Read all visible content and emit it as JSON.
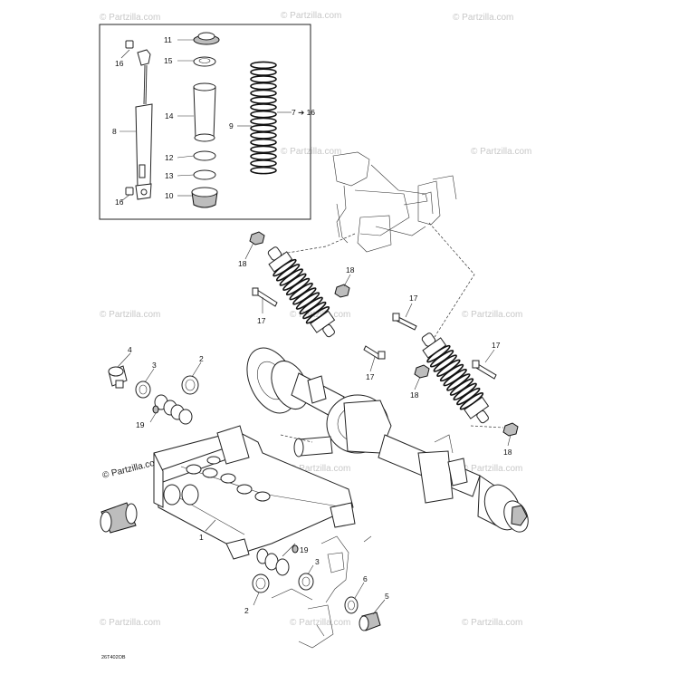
{
  "watermark": "© Partzilla.com",
  "drawing_code": "26T402OB",
  "callouts": {
    "inset": {
      "c11": "11",
      "c15": "15",
      "c16a": "16",
      "c14": "14",
      "c9": "9",
      "c7to16": "7 ➔ 16",
      "c8": "8",
      "c12": "12",
      "c13": "13",
      "c10": "10",
      "c16b": "16"
    },
    "main": {
      "c18a": "18",
      "c18b": "18",
      "c17a": "17",
      "c17b": "17",
      "c17c": "17",
      "c17d": "17",
      "c18c": "18",
      "c18d": "18",
      "c4": "4",
      "c3a": "3",
      "c2a": "2",
      "c19a": "19",
      "c1": "1",
      "c19b": "19",
      "c3b": "3",
      "c2b": "2",
      "c6": "6",
      "c5": "5"
    }
  }
}
